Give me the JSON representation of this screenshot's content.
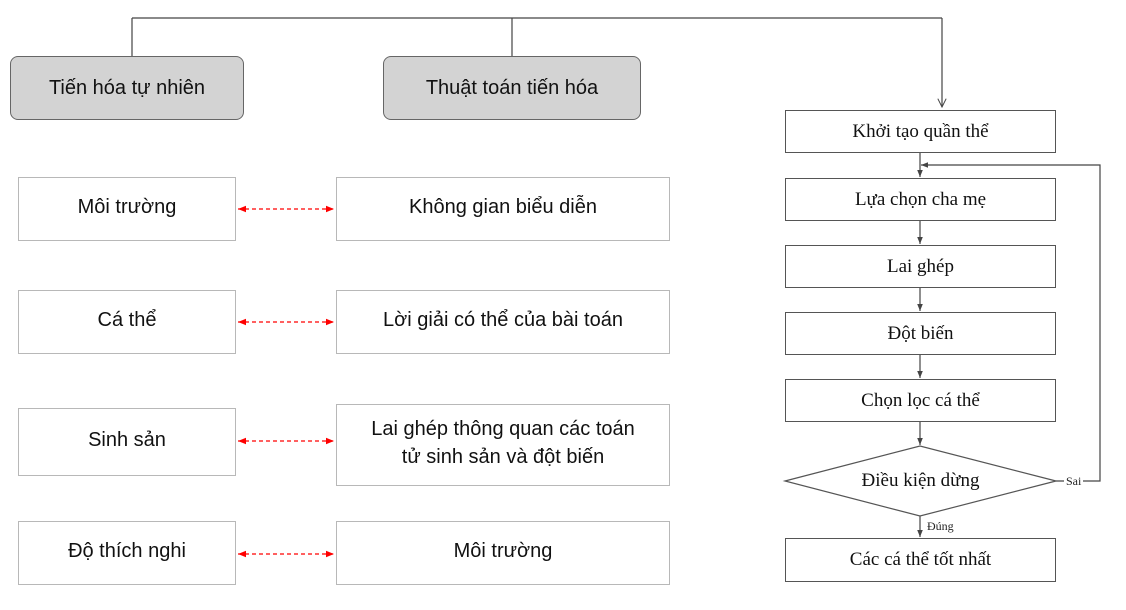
{
  "headers": [
    "Tiến hóa tự nhiên",
    "Thuật toán tiến hóa"
  ],
  "pairs": [
    {
      "left": "Môi trường",
      "right": [
        "Không gian biểu diễn"
      ]
    },
    {
      "left": "Cá thể",
      "right": [
        "Lời giải có thể của bài toán"
      ]
    },
    {
      "left": "Sinh sản",
      "right": [
        "Lai ghép thông quan các toán",
        "tử sinh sản và đột biến"
      ]
    },
    {
      "left": "Độ thích nghi",
      "right": [
        "Môi trường"
      ]
    }
  ],
  "flowchart": {
    "steps": [
      "Khởi tạo quần thể",
      "Lựa chọn cha mẹ",
      "Lai ghép",
      "Đột biến",
      "Chọn lọc cá thể"
    ],
    "decision": "Điều kiện dừng",
    "no_label": "Sai",
    "yes_label": "Đúng",
    "result": "Các cá thể tốt nhất"
  },
  "colors": {
    "header_fill": "#d3d3d3",
    "mapping_arrow": "#ff0000",
    "line": "#444444"
  }
}
